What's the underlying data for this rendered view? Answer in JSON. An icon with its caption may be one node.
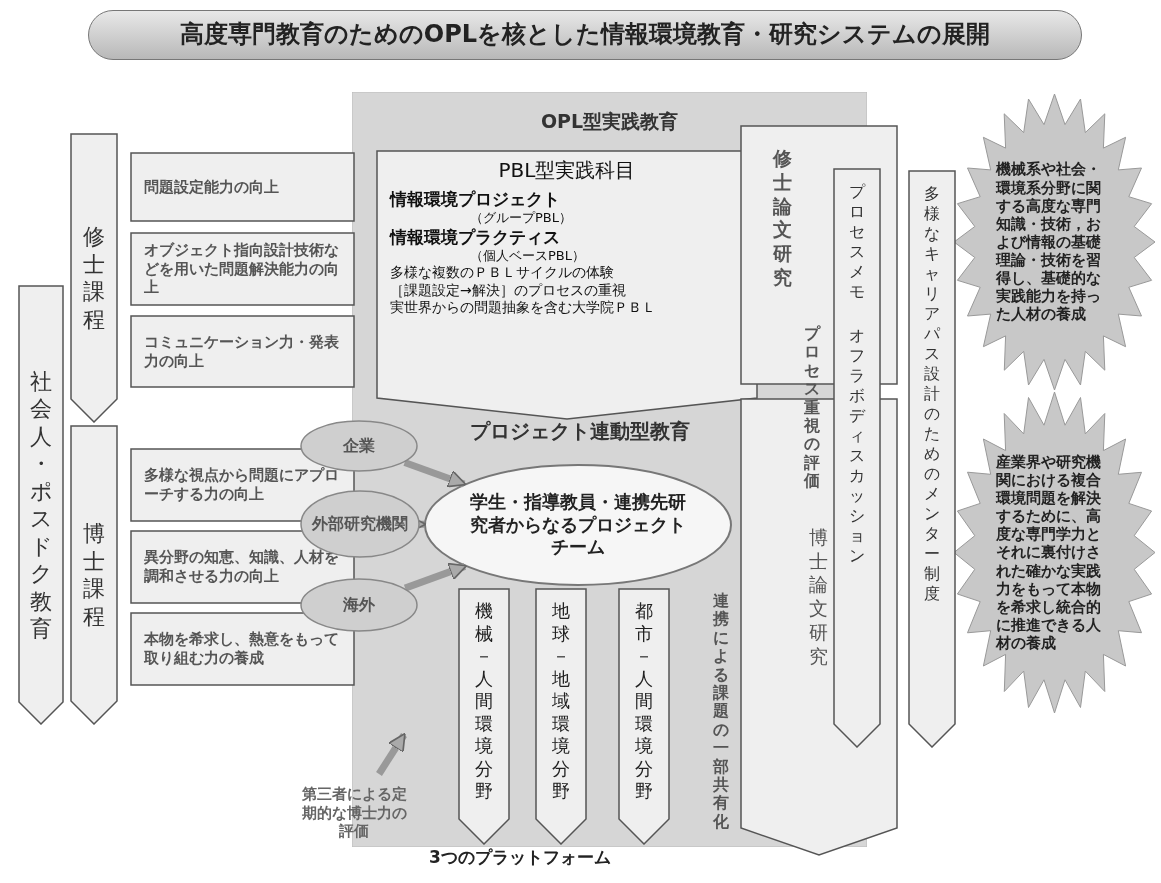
{
  "diagram": {
    "title": "高度専門教育のためのOPLを核とした情報環境教育・研究システムの展開",
    "nodes": [
      {
        "text": [
          "社会人・ポスドク教育"
        ]
      },
      {
        "text": [
          "修士課程"
        ]
      },
      {
        "text": [
          "問題設定能力の向上"
        ]
      },
      {
        "text": [
          "オブジェクト指向設計技術などを用いた問題解決能力の向上"
        ]
      },
      {
        "text": [
          "コミュニケーション力・発表力の向上"
        ]
      },
      {
        "text": [
          "博士課程"
        ]
      },
      {
        "text": [
          "多様な視点から問題にアプローチする力の向上"
        ]
      },
      {
        "text": [
          "異分野の知恵、知識、人材を調和させる力の向上"
        ]
      },
      {
        "text": [
          "本物を希求し、熱意をもって取り組む力の養成"
        ]
      },
      {
        "text": [
          "OPL型実践教育"
        ]
      },
      {
        "text": [
          "PBL型実践科目",
          "情報環境プロジェクト",
          "（グループPBL）",
          "情報環境プラクティス",
          "（個人ベースPBL）",
          "多様な複数のＰＢＬサイクルの体験",
          "［課題設定→解決］のプロセスの重視",
          "実世界からの問題抽象を含む大学院ＰＢＬ"
        ],
        "in": 9
      },
      {
        "text": [
          "企業"
        ]
      },
      {
        "text": [
          "外部研究機関"
        ]
      },
      {
        "text": [
          "海外"
        ]
      },
      {
        "text": [
          "学生・指導教員・連携先研究者からなるプロジェクトチーム"
        ],
        "in": 9
      },
      {
        "text": [
          "機械－人間環境分野"
        ],
        "in": 9
      },
      {
        "text": [
          "地球－地域環境分野"
        ],
        "in": 9
      },
      {
        "text": [
          "都市－人間環境分野"
        ],
        "in": 9
      },
      {
        "text": [
          "第三者による定期的な博士力の評価"
        ]
      },
      {
        "text": [
          "修士論文研究"
        ]
      },
      {
        "text": [
          "博士論文研究"
        ]
      },
      {
        "text": [
          "プロセスメモ",
          "オフラボディスカッション"
        ]
      },
      {
        "text": [
          "多様なキャリアパス設計のためのメンター制度"
        ]
      },
      {
        "text": [
          "機械系や社会・環境系分野に関する高度な専門知識・技術，および情報の基礎理論・技術を習得し、基礎的な実践能力を持った人材の養成"
        ]
      },
      {
        "text": [
          "産業界や研究機関における複合環境問題を解決するために、高度な専門学力とそれに裏付けされた確かな実践力をもって本物を希求し統合的に推進できる人材の養成"
        ]
      }
    ],
    "edges": [
      {
        "from": 11,
        "to": 14,
        "arrow": "to"
      },
      {
        "from": 12,
        "to": 14,
        "arrow": "to"
      },
      {
        "from": 13,
        "to": 14,
        "arrow": "to"
      },
      {
        "from": 18,
        "to": null,
        "arrow": "to"
      }
    ],
    "labels": [
      "プロジェクト連動型教育",
      "連携による課題の一部共有化",
      "プロセス重視の評価",
      "3つのプラットフォーム"
    ]
  }
}
